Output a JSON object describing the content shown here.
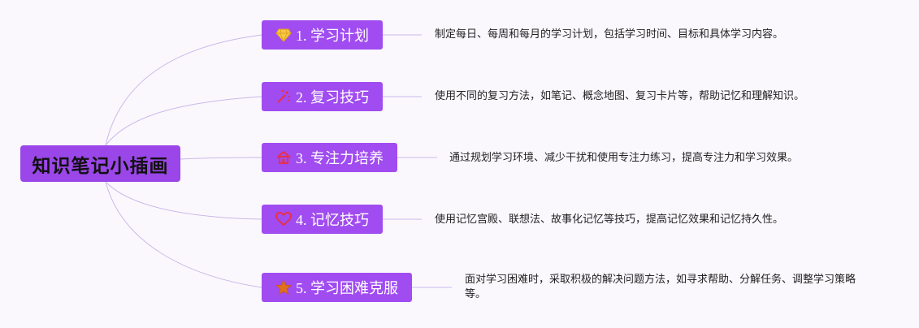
{
  "root": {
    "label": "知识笔记小插画"
  },
  "branches": [
    {
      "label": "1. 学习计划",
      "icon": "diamond-icon",
      "description": "制定每日、每周和每月的学习计划，包括学习时间、目标和具体学习内容。"
    },
    {
      "label": "2. 复习技巧",
      "icon": "sparkle-icon",
      "description": "使用不同的复习方法，如笔记、概念地图、复习卡片等，帮助记忆和理解知识。"
    },
    {
      "label": "3. 专注力培养",
      "icon": "house-icon",
      "description": "通过规划学习环境、减少干扰和使用专注力练习，提高专注力和学习效果。"
    },
    {
      "label": "4. 记忆技巧",
      "icon": "heart-icon",
      "description": "使用记忆宫殿、联想法、故事化记忆等技巧，提高记忆效果和记忆持久性。"
    },
    {
      "label": "5. 学习困难克服",
      "icon": "star-icon",
      "description": "面对学习困难时，采取积极的解决问题方法，如寻求帮助、分解任务、调整学习策略等。"
    }
  ],
  "colors": {
    "node_fill": "#a04cf0",
    "root_fill": "#9b46e8",
    "connector": "#c9b8ea"
  }
}
